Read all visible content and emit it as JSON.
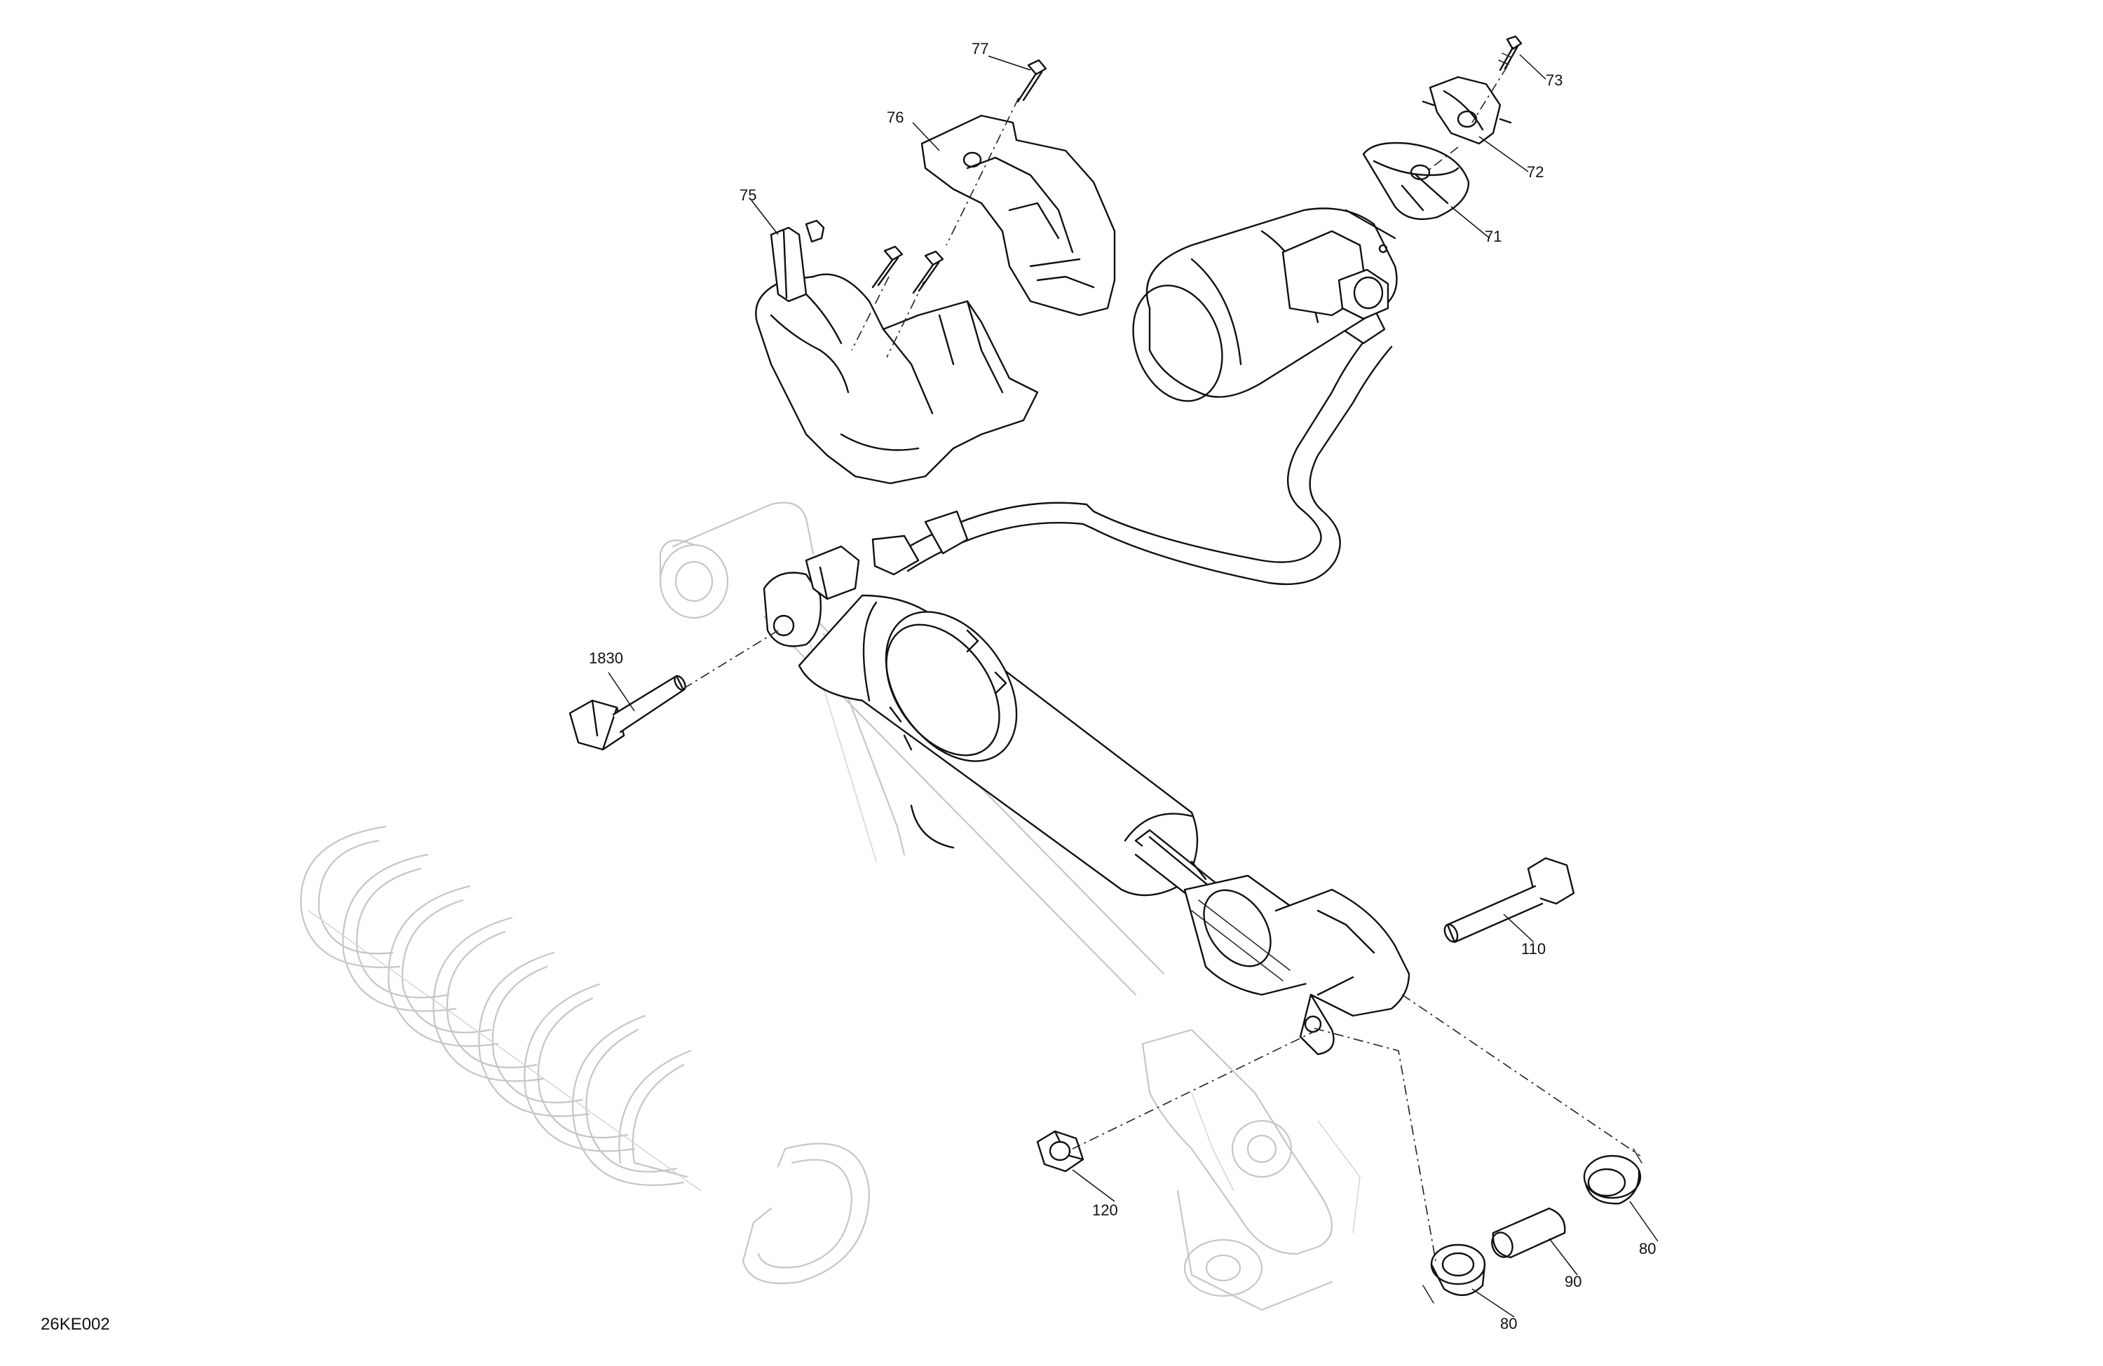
{
  "diagram": {
    "document_code": "26KE002",
    "callouts": [
      {
        "id": "c77",
        "label": "77"
      },
      {
        "id": "c76",
        "label": "76"
      },
      {
        "id": "c75",
        "label": "75"
      },
      {
        "id": "c73",
        "label": "73"
      },
      {
        "id": "c72",
        "label": "72"
      },
      {
        "id": "c71",
        "label": "71"
      },
      {
        "id": "c1830",
        "label": "1830"
      },
      {
        "id": "c110",
        "label": "110"
      },
      {
        "id": "c120",
        "label": "120"
      },
      {
        "id": "c80a",
        "label": "80"
      },
      {
        "id": "c90",
        "label": "90"
      },
      {
        "id": "c80b",
        "label": "80"
      }
    ]
  }
}
